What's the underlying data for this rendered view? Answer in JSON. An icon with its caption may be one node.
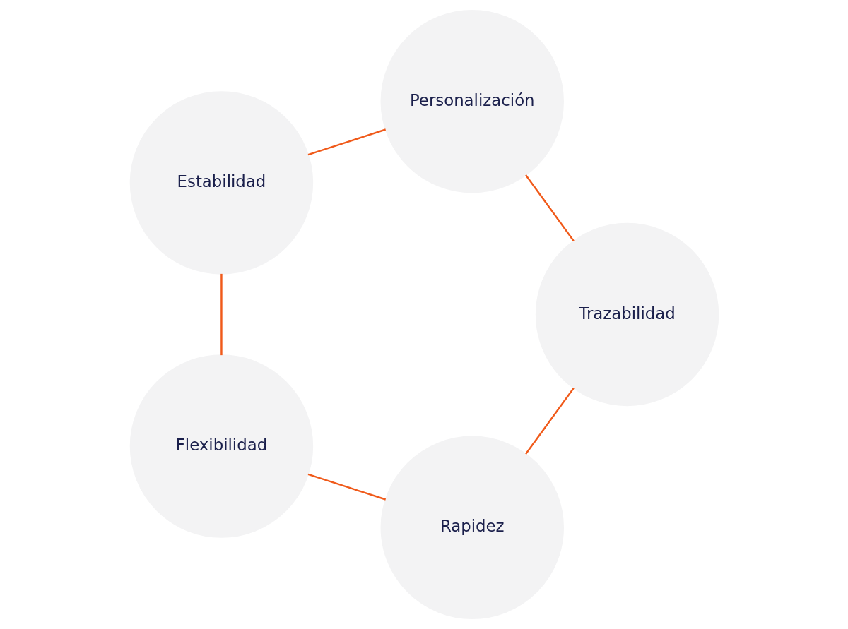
{
  "diagram": {
    "nodes": [
      {
        "text": [
          "Rapidez"
        ]
      },
      {
        "text": [
          "Flexibilidad"
        ]
      },
      {
        "text": [
          "Trazabilidad"
        ]
      },
      {
        "text": [
          "Estabilidad"
        ]
      },
      {
        "text": [
          "Personalización"
        ]
      }
    ],
    "edges": [
      {
        "from": 0,
        "to": 1,
        "arrow": "none"
      },
      {
        "from": 1,
        "to": 3,
        "arrow": "none"
      },
      {
        "from": 3,
        "to": 4,
        "arrow": "none"
      },
      {
        "from": 4,
        "to": 2,
        "arrow": "none"
      },
      {
        "from": 2,
        "to": 0,
        "arrow": "none"
      }
    ]
  }
}
